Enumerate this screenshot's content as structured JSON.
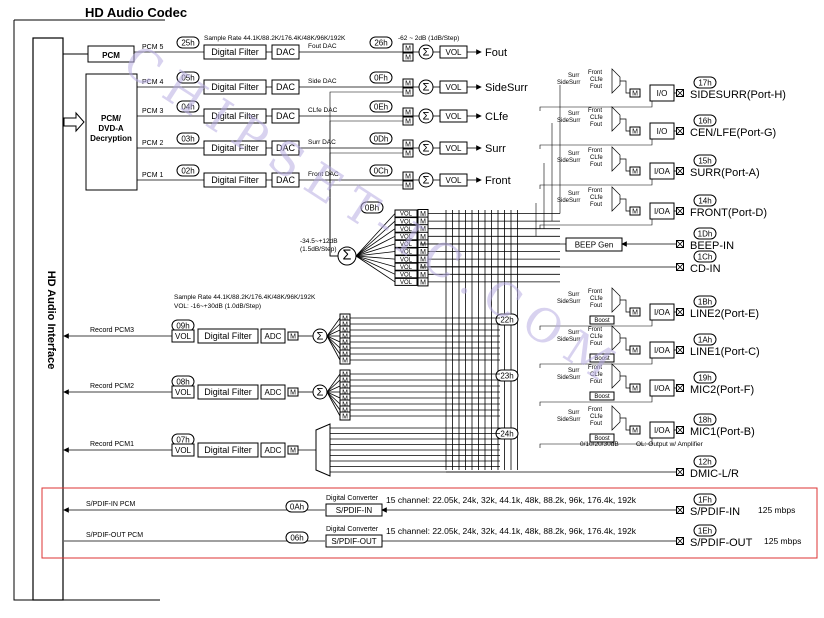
{
  "title": "HD Audio Codec",
  "hd_interface": "HD Audio Interface",
  "sample_rate_top": "Sample Rate 44.1K/88.2K/176.4K/48K/96K/192K",
  "sample_rate_mid": "Sample Rate 44.1K/88.2K/176.4K/48K/96K/192K",
  "vol_range_mid": "VOL: -16~+30dB (1.0dB/Step)",
  "vol_range_top": "-62 ~ 2dB (1dB/Step)",
  "mixer_range": "-34.5~+12dB",
  "mixer_step": "(1.5dB/Step)",
  "pcm_dvd": [
    "PCM/",
    "DVD-A",
    "Decryption"
  ],
  "labels": {
    "pcm": "PCM",
    "digital_filter": "Digital Filter",
    "dac": "DAC",
    "adc": "ADC",
    "vol": "VOL",
    "m": "M",
    "io": "I/O",
    "io_a": "I/OA",
    "beep_gen": "BEEP Gen",
    "boost": "Boost",
    "sigma": "Σ",
    "x": "⊠",
    "sel_front": "Front",
    "sel_clfe": "CLfe",
    "sel_fout": "Fout",
    "sel_surr": "Surr",
    "sel_sidesurr": "SideSurr",
    "digital_converter": "Digital Converter",
    "boost_gain": "0/10/20/30dB",
    "output_amp": "OL: Output w/ Amplifier",
    "watermark": "CHIPSET-IC.COM"
  },
  "dac_channels": [
    {
      "pcm": "PCM 5",
      "nid": "25h",
      "dac_label": "Fout DAC",
      "vol_nid": "26h",
      "out": "Fout"
    },
    {
      "pcm": "PCM 4",
      "nid": "05h",
      "dac_label": "Side DAC",
      "vol_nid": "0Fh",
      "out": "SideSurr"
    },
    {
      "pcm": "PCM 3",
      "nid": "04h",
      "dac_label": "CLfe DAC",
      "vol_nid": "0Eh",
      "out": "CLfe"
    },
    {
      "pcm": "PCM 2",
      "nid": "03h",
      "dac_label": "Surr DAC",
      "vol_nid": "0Dh",
      "out": "Surr"
    },
    {
      "pcm": "PCM 1",
      "nid": "02h",
      "dac_label": "Front DAC",
      "vol_nid": "0Ch",
      "out": "Front"
    }
  ],
  "mixer_nid": "0Bh",
  "ports": [
    {
      "nid": "17h",
      "name": "SIDESURR(Port-H)"
    },
    {
      "nid": "16h",
      "name": "CEN/LFE(Port-G)"
    },
    {
      "nid": "15h",
      "name": "SURR(Port-A)"
    },
    {
      "nid": "14h",
      "name": "FRONT(Port-D)"
    },
    {
      "nid": "1Dh",
      "name": "BEEP-IN"
    },
    {
      "nid": "1Ch",
      "name": "CD-IN"
    },
    {
      "nid": "1Bh",
      "name": "LINE2(Port-E)"
    },
    {
      "nid": "1Ah",
      "name": "LINE1(Port-C)"
    },
    {
      "nid": "19h",
      "name": "MIC2(Port-F)"
    },
    {
      "nid": "18h",
      "name": "MIC1(Port-B)"
    },
    {
      "nid": "12h",
      "name": "DMIC-L/R"
    }
  ],
  "record": [
    {
      "label": "Record PCM3",
      "nid": "09h",
      "sel_nid": "22h"
    },
    {
      "label": "Record PCM2",
      "nid": "08h",
      "sel_nid": "23h"
    },
    {
      "label": "Record PCM1",
      "nid": "07h",
      "sel_nid": "24h"
    }
  ],
  "spdif": [
    {
      "pcm": "S/PDIF-IN PCM",
      "nid": "0Ah",
      "block": "S/PDIF-IN",
      "channels": "15 channel: 22.05k, 24k, 32k, 44.1k, 48k, 88.2k, 96k, 176.4k, 192k",
      "port_nid": "1Fh",
      "port": "S/PDIF-IN",
      "rate": "125 mbps"
    },
    {
      "pcm": "S/PDIF-OUT PCM",
      "nid": "06h",
      "block": "S/PDIF-OUT",
      "channels": "15 channel: 22.05k, 24k, 32k, 44.1k, 48k, 88.2k, 96k, 176.4k, 192k",
      "port_nid": "1Eh",
      "port": "S/PDIF-OUT",
      "rate": "125 mbps"
    }
  ]
}
